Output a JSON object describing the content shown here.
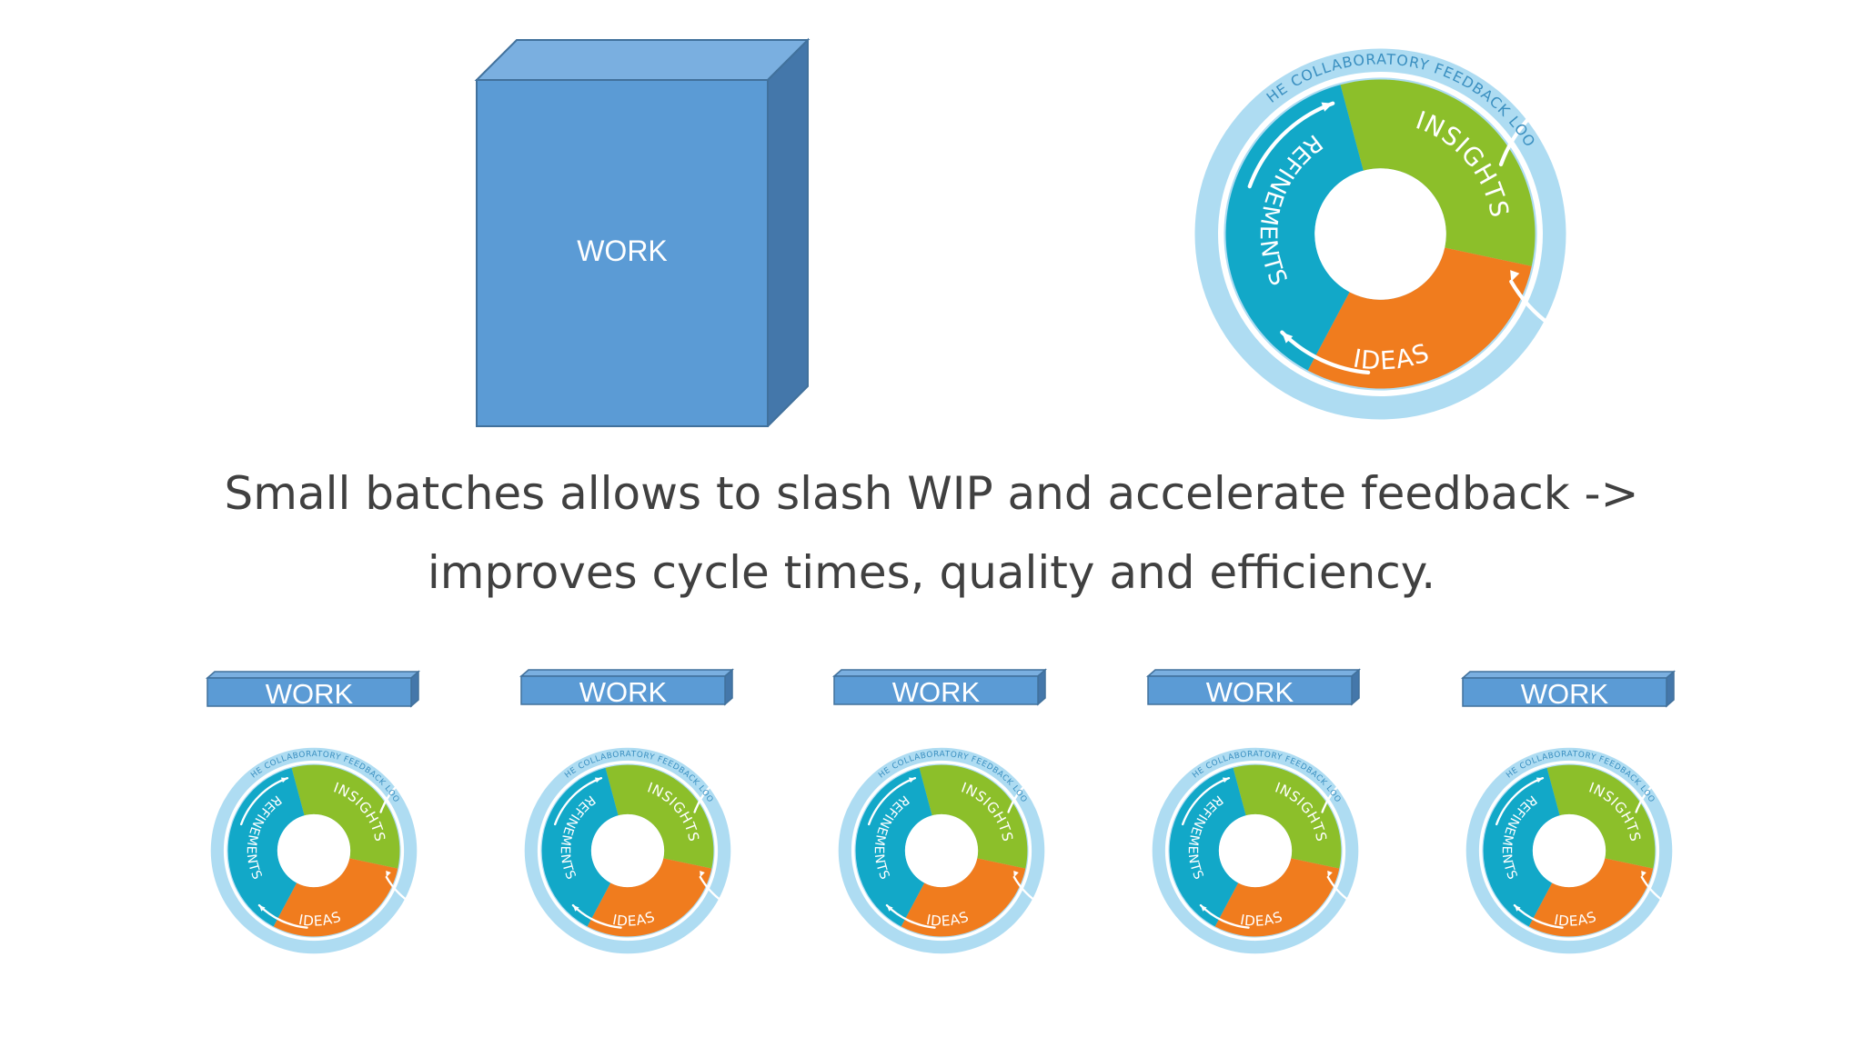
{
  "slide": {
    "big_box_label": "WORK",
    "caption": {
      "line1": "Small batches allows to slash WIP and accelerate feedback ->",
      "line2": "improves cycle times, quality and efficiency."
    },
    "small_box_labels": [
      "WORK",
      "WORK",
      "WORK",
      "WORK",
      "WORK"
    ]
  },
  "feedback_loop": {
    "ring_title": "THE COLLABORATORY FEEDBACK LOOP",
    "insights": "INSIGHTS",
    "ideas": "IDEAS",
    "refinements": "REFINEMENTS"
  },
  "colors": {
    "box_front": "#5b9bd5",
    "box_top": "#7aafe0",
    "box_side": "#4477aa",
    "box_stroke": "#41719c",
    "ring": "#aedcf2",
    "green": "#8cbf2a",
    "orange": "#f07c1e",
    "teal": "#12a8c8",
    "caption_text": "#404040"
  }
}
